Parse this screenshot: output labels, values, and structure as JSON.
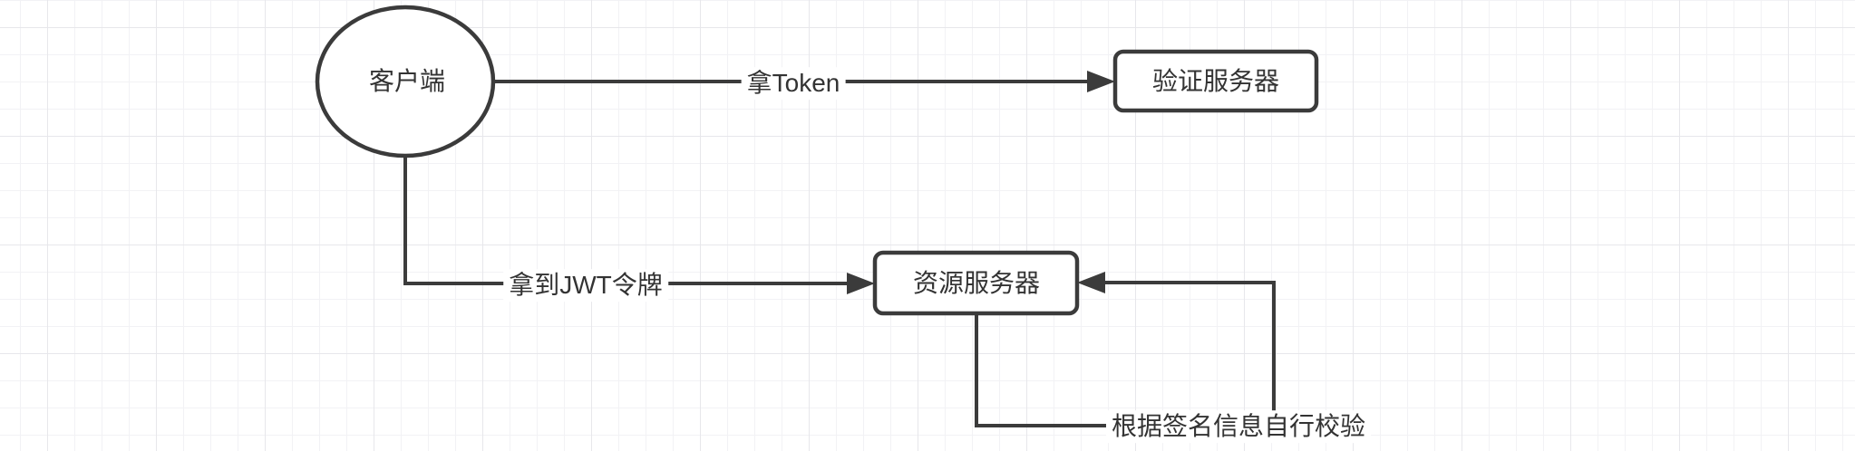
{
  "diagram": {
    "nodes": [
      {
        "id": "client",
        "shape": "ellipse",
        "label": "客户端"
      },
      {
        "id": "auth-server",
        "shape": "rounded-rect",
        "label": "验证服务器"
      },
      {
        "id": "resource-server",
        "shape": "rounded-rect",
        "label": "资源服务器"
      }
    ],
    "edges": [
      {
        "from": "client",
        "to": "auth-server",
        "label": "拿Token"
      },
      {
        "from": "client",
        "to": "resource-server",
        "label": "拿到JWT令牌"
      },
      {
        "from": "resource-server",
        "to": "resource-server",
        "label": "根据签名信息自行校验"
      }
    ],
    "colors": {
      "stroke": "#3b3b3b",
      "text": "#333333",
      "node_fill": "#ffffff",
      "background": "#ffffff",
      "grid_minor": "#f2f2f5",
      "grid_major": "#e7e7eb"
    }
  }
}
